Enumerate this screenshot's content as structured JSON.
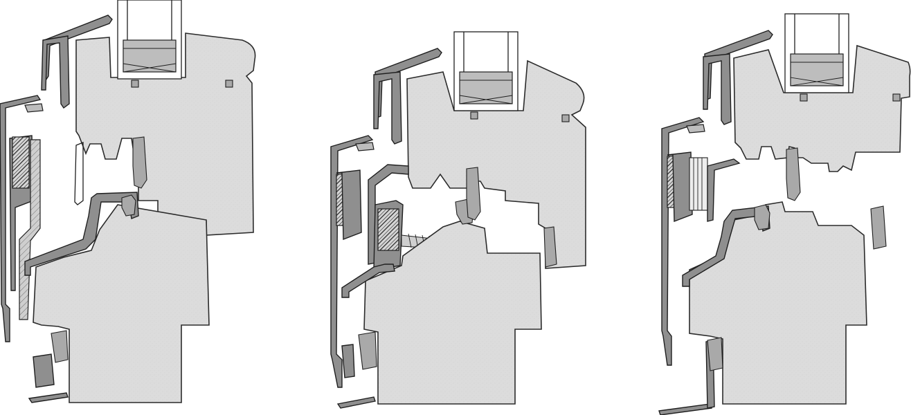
{
  "figure": {
    "type": "technical-cross-section",
    "panels": [
      {
        "id": "left"
      },
      {
        "id": "middle"
      },
      {
        "id": "right"
      }
    ],
    "colors": {
      "timber_fill": "#dcdcdc",
      "aluminium": "#8f8f8f",
      "outline": "#1e1e1e",
      "background": "#ffffff"
    }
  }
}
